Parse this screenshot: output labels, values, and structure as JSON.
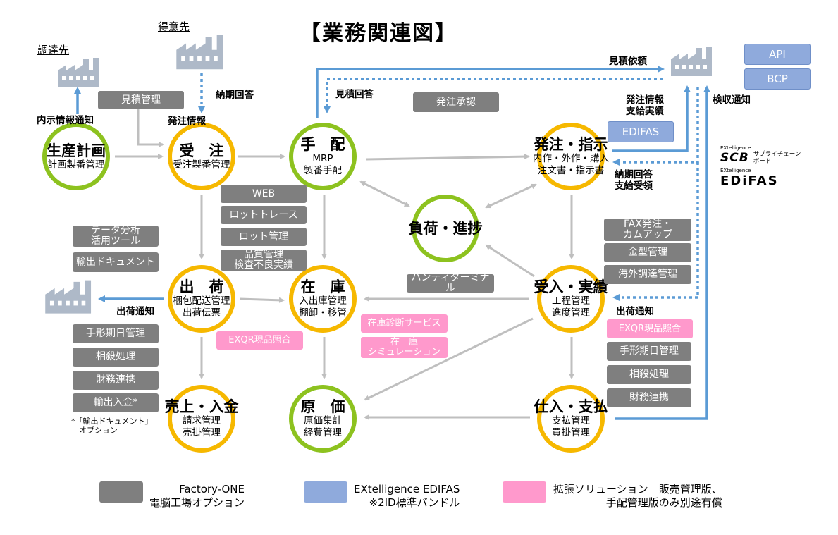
{
  "title": "【業務関連図】",
  "nodes": {
    "seisan": {
      "title": "生産計画",
      "sub": "計画製番管理"
    },
    "juchu": {
      "title": "受　注",
      "sub": "受注製番管理"
    },
    "tehai": {
      "title": "手　配",
      "sub1": "MRP",
      "sub2": "製番手配"
    },
    "hacchu": {
      "title": "発注・指示",
      "sub1": "内作・外作・購入",
      "sub2": "注文書・指示書"
    },
    "fuka": {
      "title": "負荷・進捗"
    },
    "shukka": {
      "title": "出　荷",
      "sub1": "梱包配送管理",
      "sub2": "出荷伝票"
    },
    "zaiko": {
      "title": "在　庫",
      "sub1": "入出庫管理",
      "sub2": "棚卸・移管"
    },
    "ukeire": {
      "title": "受入・実績",
      "sub1": "工程管理",
      "sub2": "進度管理"
    },
    "uriage": {
      "title": "売上・入金",
      "sub1": "請求管理",
      "sub2": "売掛管理"
    },
    "genka": {
      "title": "原　価",
      "sub1": "原価集計",
      "sub2": "経費管理"
    },
    "shiire": {
      "title": "仕入・支払",
      "sub1": "支払管理",
      "sub2": "買掛管理"
    }
  },
  "gray_boxes": {
    "mitsumori": "見積管理",
    "hacchu_shonin": "発注承認",
    "web": "WEB",
    "lot_trace": "ロットトレース",
    "lot_kanri": "ロット管理",
    "hinshitsu": "品質管理\n検査不良実績",
    "data_bunseki": "データ分析\n活用ツール",
    "yushutsu_doc": "輸出ドキュメント",
    "tegata_l": "手形期日管理",
    "sousai_l": "相殺処理",
    "zaimu_l": "財務連携",
    "yushutsu_nyukin": "輸出入金*",
    "handy": "ハンディターミナル",
    "fax": "FAX発注・\nカムアップ",
    "kanagata": "金型管理",
    "kaigai": "海外調達管理",
    "tegata_r": "手形期日管理",
    "sousai_r": "相殺処理",
    "zaimu_r": "財務連携"
  },
  "blue_boxes": {
    "api": "API",
    "bcp": "BCP",
    "edifas": "EDIFAS"
  },
  "pink_boxes": {
    "exqr_l": "EXQR現品照合",
    "zaiko_shindan": "在庫診断サービス",
    "zaiko_sim": "在　庫\nシミュレーション",
    "exqr_r": "EXQR現品照合"
  },
  "labels": {
    "chotatsusaki": "調達先",
    "tokuisaki": "得意先",
    "naiji": "内示情報通知",
    "hacchu_joho": "発注情報",
    "nouki_kaito_top": "納期回答",
    "mitsumori_irai": "見積依頼",
    "mitsumori_kaito": "見積回答",
    "hacchu_joho_r": "発注情報\n支給実績",
    "kenshu": "検収通知",
    "nouki_kaito_r": "納期回答\n支給受領",
    "shukka_tsuchi_l": "出荷通知",
    "shukka_tsuchi_r": "出荷通知",
    "footnote": "*「輸出ドキュメント」\n　オプション"
  },
  "brand": {
    "ex_small": "EXtelligence",
    "scb": "SCB",
    "scb_desc": "サプライチェーン\nボード",
    "ex_small2": "EXtelligence",
    "edifas": "EDiFAS"
  },
  "legend": [
    {
      "text": "Factory-ONE\n電脳工場オプション",
      "color": "#7f7f7f"
    },
    {
      "text": "EXtelligence EDIFAS\n※2ID標準バンドル",
      "color": "#8faadc"
    },
    {
      "text": "拡張ソリューション　販売管理版、\n手配管理版のみ別途有償",
      "color": "#ff99cc"
    }
  ],
  "colors": {
    "green": "#8dc21f",
    "yellow": "#f6b800",
    "arrow_gray": "#bfbfbf",
    "arrow_blue": "#5b9bd5",
    "factory": "#aeb9c8"
  }
}
